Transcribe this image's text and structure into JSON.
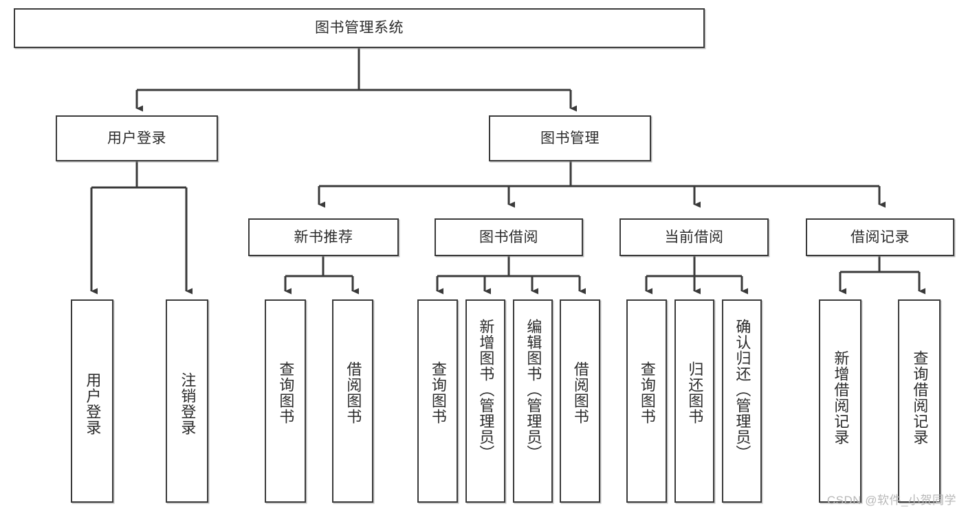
{
  "diagram": {
    "type": "tree",
    "title": "图书管理系统",
    "root": {
      "id": "root",
      "label": "图书管理系统",
      "orientation": "horizontal"
    },
    "level2": [
      {
        "id": "user-login",
        "label": "用户登录",
        "orientation": "horizontal"
      },
      {
        "id": "book-manage",
        "label": "图书管理",
        "orientation": "horizontal"
      }
    ],
    "level3": [
      {
        "id": "new-book-rec",
        "label": "新书推荐",
        "orientation": "horizontal",
        "parent": "book-manage"
      },
      {
        "id": "book-borrow",
        "label": "图书借阅",
        "orientation": "horizontal",
        "parent": "book-manage"
      },
      {
        "id": "current-borrow",
        "label": "当前借阅",
        "orientation": "horizontal",
        "parent": "book-manage"
      },
      {
        "id": "borrow-record",
        "label": "借阅记录",
        "orientation": "horizontal",
        "parent": "book-manage"
      }
    ],
    "leaves": [
      {
        "id": "leaf-user-login",
        "label": "用户登录",
        "parent": "user-login",
        "orientation": "vertical"
      },
      {
        "id": "leaf-logout",
        "label": "注销登录",
        "parent": "user-login",
        "orientation": "vertical"
      },
      {
        "id": "leaf-query-book-1",
        "label": "查询图书",
        "parent": "new-book-rec",
        "orientation": "vertical"
      },
      {
        "id": "leaf-borrow-book-1",
        "label": "借阅图书",
        "parent": "new-book-rec",
        "orientation": "vertical"
      },
      {
        "id": "leaf-query-book-2",
        "label": "查询图书",
        "parent": "book-borrow",
        "orientation": "vertical"
      },
      {
        "id": "leaf-add-book",
        "label": "新增图书（管理员）",
        "parent": "book-borrow",
        "orientation": "vertical"
      },
      {
        "id": "leaf-edit-book",
        "label": "编辑图书（管理员）",
        "parent": "book-borrow",
        "orientation": "vertical"
      },
      {
        "id": "leaf-borrow-book-2",
        "label": "借阅图书",
        "parent": "book-borrow",
        "orientation": "vertical"
      },
      {
        "id": "leaf-query-book-3",
        "label": "查询图书",
        "parent": "current-borrow",
        "orientation": "vertical"
      },
      {
        "id": "leaf-return-book",
        "label": "归还图书",
        "parent": "current-borrow",
        "orientation": "vertical"
      },
      {
        "id": "leaf-confirm-return",
        "label": "确认归还（管理员）",
        "parent": "current-borrow",
        "orientation": "vertical"
      },
      {
        "id": "leaf-add-record",
        "label": "新增借阅记录",
        "parent": "borrow-record",
        "orientation": "vertical"
      },
      {
        "id": "leaf-query-record",
        "label": "查询借阅记录",
        "parent": "borrow-record",
        "orientation": "vertical"
      }
    ],
    "colors": {
      "node_border": "#3a3a3a",
      "node_fill": "#ffffff",
      "edge": "#3a3a3a",
      "text": "#2b2b2b",
      "watermark": "#b8b8b8",
      "canvas": "#ffffff"
    }
  },
  "watermark": {
    "text": "CSDN @软件_小贺同学"
  }
}
